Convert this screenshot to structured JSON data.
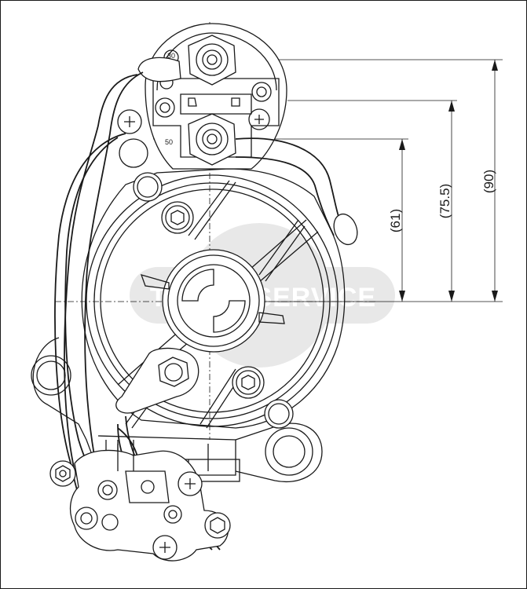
{
  "drawing": {
    "dimensions": [
      {
        "label": "(90)"
      },
      {
        "label": "(75.5)"
      },
      {
        "label": "(61)"
      }
    ],
    "terminal_labels": {
      "top": "30",
      "bottom": "50"
    },
    "watermark_text": "TRADE SERVICE",
    "colors": {
      "line": "#1a1a1a",
      "background": "#ffffff",
      "watermark": "#e6e6e6"
    }
  }
}
